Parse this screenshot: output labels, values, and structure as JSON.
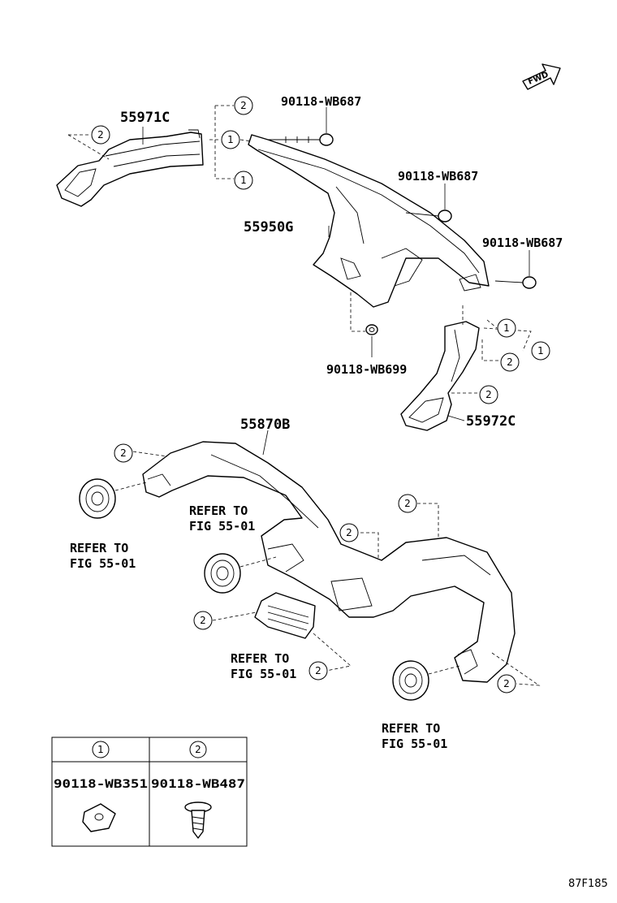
{
  "fwd_label": "FWD",
  "drawing_id": "87F185",
  "parts": {
    "duct_left": "55971C",
    "duct_center": "55950G",
    "duct_right": "55972C",
    "duct_lower": "55870B"
  },
  "fasteners": {
    "screw_a": "90118-WB687",
    "screw_b": "90118-WB687",
    "screw_c": "90118-WB687",
    "nut": "90118-WB699"
  },
  "references": {
    "ref_1": [
      "REFER TO",
      "FIG 55-01"
    ],
    "ref_2": [
      "REFER TO",
      "FIG 55-01"
    ],
    "ref_3": [
      "REFER TO",
      "FIG 55-01"
    ],
    "ref_4": [
      "REFER TO",
      "FIG 55-01"
    ]
  },
  "callouts": {
    "one": "1",
    "two": "2"
  },
  "legend": {
    "col1_num": "1",
    "col1_code": "90118-WB351",
    "col2_num": "2",
    "col2_code": "90118-WB487"
  }
}
